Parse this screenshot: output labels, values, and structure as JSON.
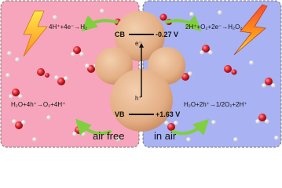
{
  "colors": {
    "left_panel": "#f7a5bd",
    "right_panel": "#a9b2f2",
    "particle": "#e7b48d",
    "arrow": "#7fcf3f",
    "oxygen": "#e0202a",
    "hydrogen": "#ffffff",
    "border": "#777777"
  },
  "panels": {
    "left_label": "air free",
    "right_label": "in air"
  },
  "bands": {
    "cb_label": "CB",
    "cb_potential": "-0.27 V",
    "vb_label": "VB",
    "vb_potential": "+1.63 V",
    "electron": "e⁻",
    "hole": "h⁺"
  },
  "reactions": {
    "left_top": "4H⁺+4e⁻→H₂",
    "left_bottom": "H₂O+4h⁺→O₂+4H⁺",
    "right_top": "2H⁺+O₂+2e⁻→H₂O₂",
    "right_bottom": "H₂O+2h⁺→1/2O₂+2H⁺"
  },
  "icons": [
    "lightning-bolt-icon",
    "water-molecule-icon"
  ]
}
